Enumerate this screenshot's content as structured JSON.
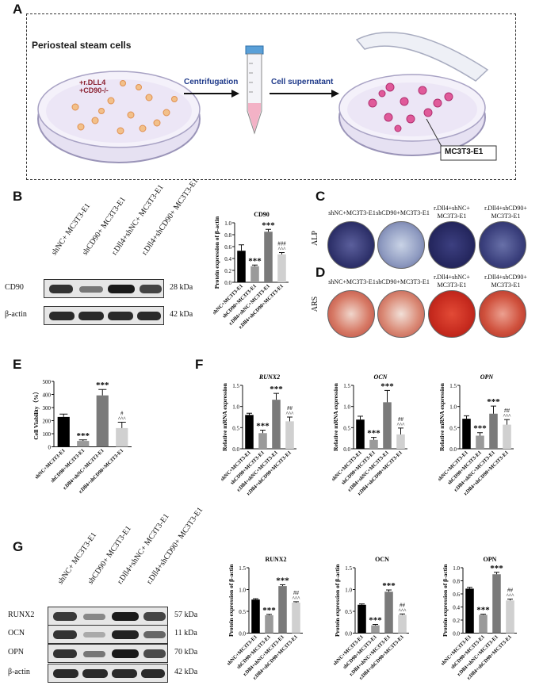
{
  "panels": {
    "A": "A",
    "B": "B",
    "C": "C",
    "D": "D",
    "E": "E",
    "F": "F",
    "G": "G"
  },
  "panelA": {
    "source_label": "Periosteal steam cells",
    "treat1": "+r.DLL4",
    "treat2": "+CD90-/-",
    "step1": "Centrifugation",
    "step2": "Cell supernatant",
    "target": "MC3T3-E1"
  },
  "panelB": {
    "lanes": [
      "shNC+ MC3T3-E1",
      "shCD90+ MC3T3-E1",
      "r.Dll4+shNC+ MC3T3-E1",
      "r.Dll4+shCD90+ MC3T3-E1"
    ],
    "rows": [
      {
        "protein": "CD90",
        "kda": "28 kDa"
      },
      {
        "protein": "β-actin",
        "kda": "42 kDa"
      }
    ]
  },
  "panelC": {
    "row_label": "ALP",
    "wells": [
      "shNC+MC3T3-E1",
      "shCD90+MC3T3-E1",
      "r.Dll4+shNC+ MC3T3-E1",
      "r.Dll4+shCD90+ MC3T3-E1"
    ],
    "color": "#2c2f6b"
  },
  "panelD": {
    "row_label": "ARS",
    "wells": [
      "shNC+MC3T3-E1",
      "shCD90+MC3T3-E1",
      "r.Dll4+shNC+ MC3T3-E1",
      "r.Dll4+shCD90+ MC3T3-E1"
    ],
    "color": "#c62a1e"
  },
  "panelG": {
    "lanes": [
      "shNC+ MC3T3-E1",
      "shCD90+ MC3T3-E1",
      "r.Dll4+shNC+ MC3T3-E1",
      "r.Dll4+shCD90+ MC3T3-E1"
    ],
    "rows": [
      {
        "protein": "RUNX2",
        "kda": "57 kDa"
      },
      {
        "protein": "OCN",
        "kda": "11 kDa"
      },
      {
        "protein": "OPN",
        "kda": "70 kDa"
      },
      {
        "protein": "β-actin",
        "kda": "42 kDa"
      }
    ]
  },
  "chart_data": [
    {
      "id": "B",
      "type": "bar",
      "title": "CD90",
      "ylabel": "Protein expression of β-actin",
      "categories": [
        "shNC+MC3T3-E1",
        "shCD90+MC3T3-E1",
        "r.Dll4+shNC+MC3T3-E1",
        "r.Dll4+shCD90+MC3T3-E1"
      ],
      "values": [
        0.53,
        0.27,
        0.85,
        0.47
      ],
      "errors": [
        0.1,
        0.02,
        0.04,
        0.03
      ],
      "ylim": [
        0,
        1.0
      ],
      "yticks": [
        "0.0",
        "0.2",
        "0.4",
        "0.6",
        "0.8",
        "1.0"
      ],
      "annotations": [
        "",
        "***",
        "***",
        "###\n^^^"
      ],
      "colors": [
        "#000000",
        "#9a9a9a",
        "#7a7a7a",
        "#d0d0d0"
      ]
    },
    {
      "id": "E",
      "type": "bar",
      "title": "",
      "ylabel": "Cell Viability（%）",
      "categories": [
        "shNC+MC3T3-E1",
        "shCD90+MC3T3-E1",
        "r.Dll4+shNC+MC3T3-E1",
        "r.Dll4+shCD90+MC3T3-E1"
      ],
      "values": [
        228,
        45,
        393,
        143
      ],
      "errors": [
        22,
        8,
        45,
        45
      ],
      "ylim": [
        0,
        500
      ],
      "yticks": [
        "0",
        "100",
        "200",
        "300",
        "400",
        "500"
      ],
      "annotations": [
        "",
        "***",
        "***",
        "#\n^^^"
      ],
      "colors": [
        "#000000",
        "#9a9a9a",
        "#7a7a7a",
        "#d0d0d0"
      ]
    },
    {
      "id": "F1",
      "type": "bar",
      "title": "RUNX2",
      "ylabel": "Relative mRNA expression",
      "categories": [
        "shNC+MC3T3-E1",
        "shCD90+MC3T3-E1",
        "r.Dll4+shNC+MC3T3-E1",
        "r.Dll4+shCD90+MC3T3-E1"
      ],
      "values": [
        0.8,
        0.37,
        1.16,
        0.65
      ],
      "errors": [
        0.04,
        0.07,
        0.15,
        0.1
      ],
      "ylim": [
        0,
        1.5
      ],
      "yticks": [
        "0.0",
        "0.5",
        "1.0",
        "1.5"
      ],
      "annotations": [
        "",
        "***",
        "***",
        "##\n^^^"
      ],
      "colors": [
        "#000000",
        "#9a9a9a",
        "#7a7a7a",
        "#d0d0d0"
      ]
    },
    {
      "id": "F2",
      "type": "bar",
      "title": "OCN",
      "ylabel": "Relative mRNA expression",
      "categories": [
        "shNC+MC3T3-E1",
        "shCD90+MC3T3-E1",
        "r.Dll4+shNC+MC3T3-E1",
        "r.Dll4+shCD90+MC3T3-E1"
      ],
      "values": [
        0.69,
        0.21,
        1.1,
        0.34
      ],
      "errors": [
        0.08,
        0.06,
        0.28,
        0.15
      ],
      "ylim": [
        0,
        1.5
      ],
      "yticks": [
        "0.0",
        "0.5",
        "1.0",
        "1.5"
      ],
      "annotations": [
        "",
        "***",
        "***",
        "##\n^^^"
      ],
      "colors": [
        "#000000",
        "#9a9a9a",
        "#7a7a7a",
        "#d0d0d0"
      ]
    },
    {
      "id": "F3",
      "type": "bar",
      "title": "OPN",
      "ylabel": "Relative mRNA expression",
      "categories": [
        "shNC+MC3T3-E1",
        "shCD90+MC3T3-E1",
        "r.Dll4+shNC+MC3T3-E1",
        "r.Dll4+shCD90+MC3T3-E1"
      ],
      "values": [
        0.71,
        0.31,
        0.83,
        0.57
      ],
      "errors": [
        0.07,
        0.07,
        0.18,
        0.12
      ],
      "ylim": [
        0,
        1.5
      ],
      "yticks": [
        "0.0",
        "0.5",
        "1.0",
        "1.5"
      ],
      "annotations": [
        "",
        "***",
        "***",
        "##\n^^^"
      ],
      "colors": [
        "#000000",
        "#9a9a9a",
        "#7a7a7a",
        "#d0d0d0"
      ]
    },
    {
      "id": "G1",
      "type": "bar",
      "title": "RUNX2",
      "ylabel": "Protein expression of β-actin",
      "categories": [
        "shNC+MC3T3-E1",
        "shCD90+MC3T3-E1",
        "r.Dll4+shNC+MC3T3-E1",
        "r.Dll4+shCD90+MC3T3-E1"
      ],
      "values": [
        0.77,
        0.41,
        1.08,
        0.7
      ],
      "errors": [
        0.02,
        0.02,
        0.03,
        0.02
      ],
      "ylim": [
        0,
        1.5
      ],
      "yticks": [
        "0.0",
        "0.5",
        "1.0",
        "1.5"
      ],
      "annotations": [
        "",
        "***",
        "***",
        "##\n^^^"
      ],
      "colors": [
        "#000000",
        "#9a9a9a",
        "#7a7a7a",
        "#d0d0d0"
      ]
    },
    {
      "id": "G2",
      "type": "bar",
      "title": "OCN",
      "ylabel": "Protein expression of β-actin",
      "categories": [
        "shNC+MC3T3-E1",
        "shCD90+MC3T3-E1",
        "r.Dll4+shNC+MC3T3-E1",
        "r.Dll4+shCD90+MC3T3-E1"
      ],
      "values": [
        0.65,
        0.18,
        0.95,
        0.42
      ],
      "errors": [
        0.02,
        0.02,
        0.04,
        0.02
      ],
      "ylim": [
        0,
        1.5
      ],
      "yticks": [
        "0.0",
        "0.5",
        "1.0",
        "1.5"
      ],
      "annotations": [
        "",
        "***",
        "***",
        "##\n^^^"
      ],
      "colors": [
        "#000000",
        "#9a9a9a",
        "#7a7a7a",
        "#d0d0d0"
      ]
    },
    {
      "id": "G3",
      "type": "bar",
      "title": "OPN",
      "ylabel": "Protein expression of β-actin",
      "categories": [
        "shNC+MC3T3-E1",
        "shCD90+MC3T3-E1",
        "r.Dll4+shNC+MC3T3-E1",
        "r.Dll4+shCD90+MC3T3-E1"
      ],
      "values": [
        0.68,
        0.28,
        0.9,
        0.5
      ],
      "errors": [
        0.02,
        0.01,
        0.03,
        0.02
      ],
      "ylim": [
        0,
        1.0
      ],
      "yticks": [
        "0.0",
        "0.2",
        "0.4",
        "0.6",
        "0.8",
        "1.0"
      ],
      "annotations": [
        "",
        "***",
        "***",
        "##\n^^^"
      ],
      "colors": [
        "#000000",
        "#9a9a9a",
        "#7a7a7a",
        "#d0d0d0"
      ]
    }
  ]
}
